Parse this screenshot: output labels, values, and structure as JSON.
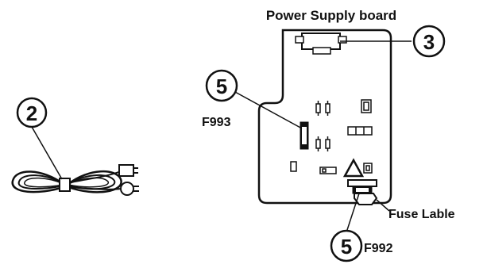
{
  "title": "Power Supply board",
  "callouts": {
    "cord": "2",
    "connector": "3",
    "fuse_left": "5",
    "fuse_bottom": "5"
  },
  "labels": {
    "f993": "F993",
    "f992": "F992",
    "fuse_lable": "Fuse Lable"
  }
}
